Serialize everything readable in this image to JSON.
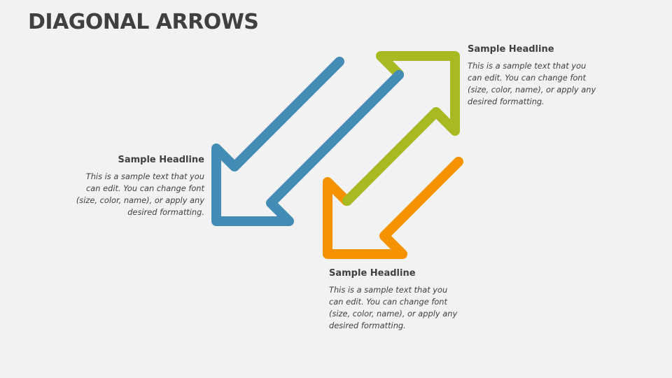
{
  "slide": {
    "title": "DIAGONAL ARROWS",
    "background": "#f2f2f2"
  },
  "arrows": [
    {
      "name": "blue-arrow",
      "color": "#438cb6",
      "direction": "down-left"
    },
    {
      "name": "green-arrow",
      "color": "#a8b922",
      "direction": "up-right"
    },
    {
      "name": "orange-arrow",
      "color": "#f59200",
      "direction": "down-left"
    }
  ],
  "text_blocks": [
    {
      "position": "top-right",
      "headline": "Sample Headline",
      "lines": [
        "This is a sample text that you",
        "can edit. You can change font",
        "(size, color, name), or apply any",
        "desired formatting."
      ]
    },
    {
      "position": "left",
      "headline": "Sample Headline",
      "lines": [
        "This is a sample text that you",
        "can edit. You can change font",
        "(size, color, name), or apply any",
        "desired formatting."
      ]
    },
    {
      "position": "bottom",
      "headline": "Sample Headline",
      "lines": [
        "This is a sample text that you",
        "can edit. You can change font",
        "(size, color, name), or apply any",
        "desired formatting."
      ]
    }
  ]
}
